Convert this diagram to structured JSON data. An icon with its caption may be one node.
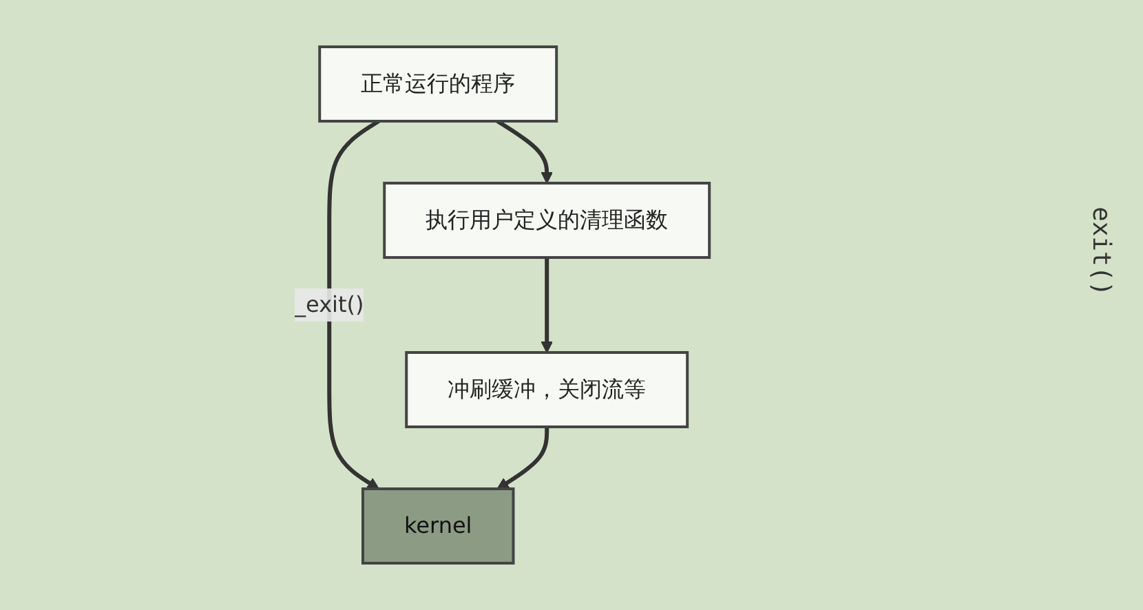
{
  "diagram": {
    "nodes": [
      {
        "text": [
          "正常运行的程序"
        ]
      },
      {
        "text": [
          "执行用户定义的清理函数"
        ]
      },
      {
        "text": [
          "冲刷缓冲，关闭流等"
        ]
      },
      {
        "text": [
          "kernel"
        ]
      }
    ],
    "edges": [
      {
        "from": 0,
        "to": 3,
        "arrow": "to",
        "label": "_exit()"
      },
      {
        "from": 0,
        "to": 1,
        "arrow": "to"
      },
      {
        "from": 1,
        "to": 2,
        "arrow": "to"
      },
      {
        "from": 2,
        "to": 3,
        "arrow": "to"
      }
    ],
    "labels": [
      "exit()"
    ]
  }
}
